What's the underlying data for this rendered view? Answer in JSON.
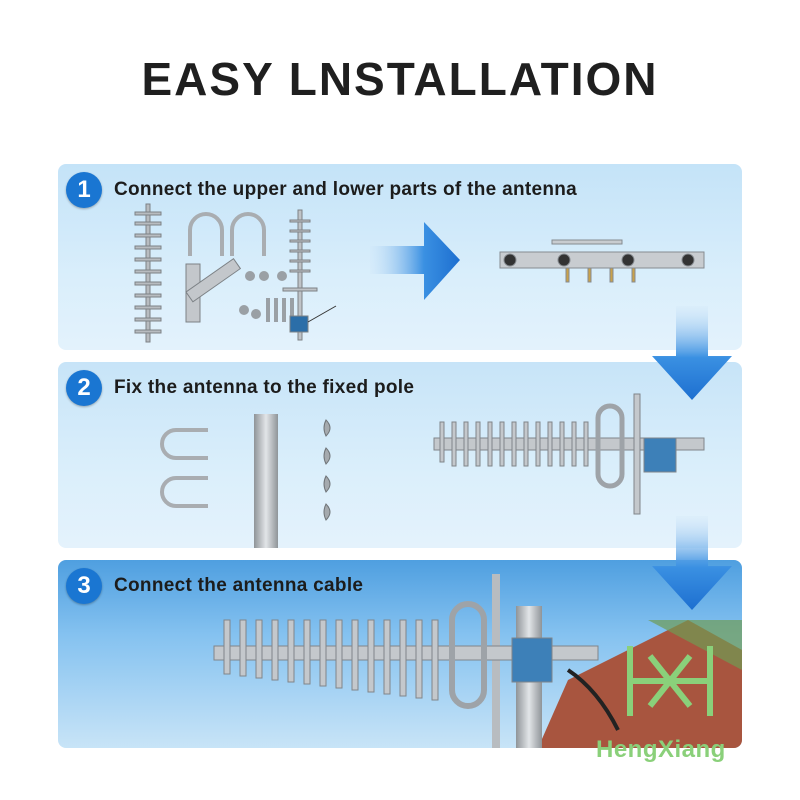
{
  "title": "EASY LNSTALLATION",
  "steps": [
    {
      "number": "1",
      "text": "Connect the upper and lower parts of the antenna"
    },
    {
      "number": "2",
      "text": "Fix the antenna to the fixed pole"
    },
    {
      "number": "3",
      "text": "Connect the antenna cable"
    }
  ],
  "watermark": "HengXiang",
  "colors": {
    "badge": "#1a76d2",
    "arrow": "#2f86e0",
    "watermark": "#8ad07a"
  },
  "icons": [
    "arrow-right-icon",
    "arrow-down-icon",
    "antenna-illustration",
    "u-bolt-icon",
    "pole-illustration"
  ]
}
